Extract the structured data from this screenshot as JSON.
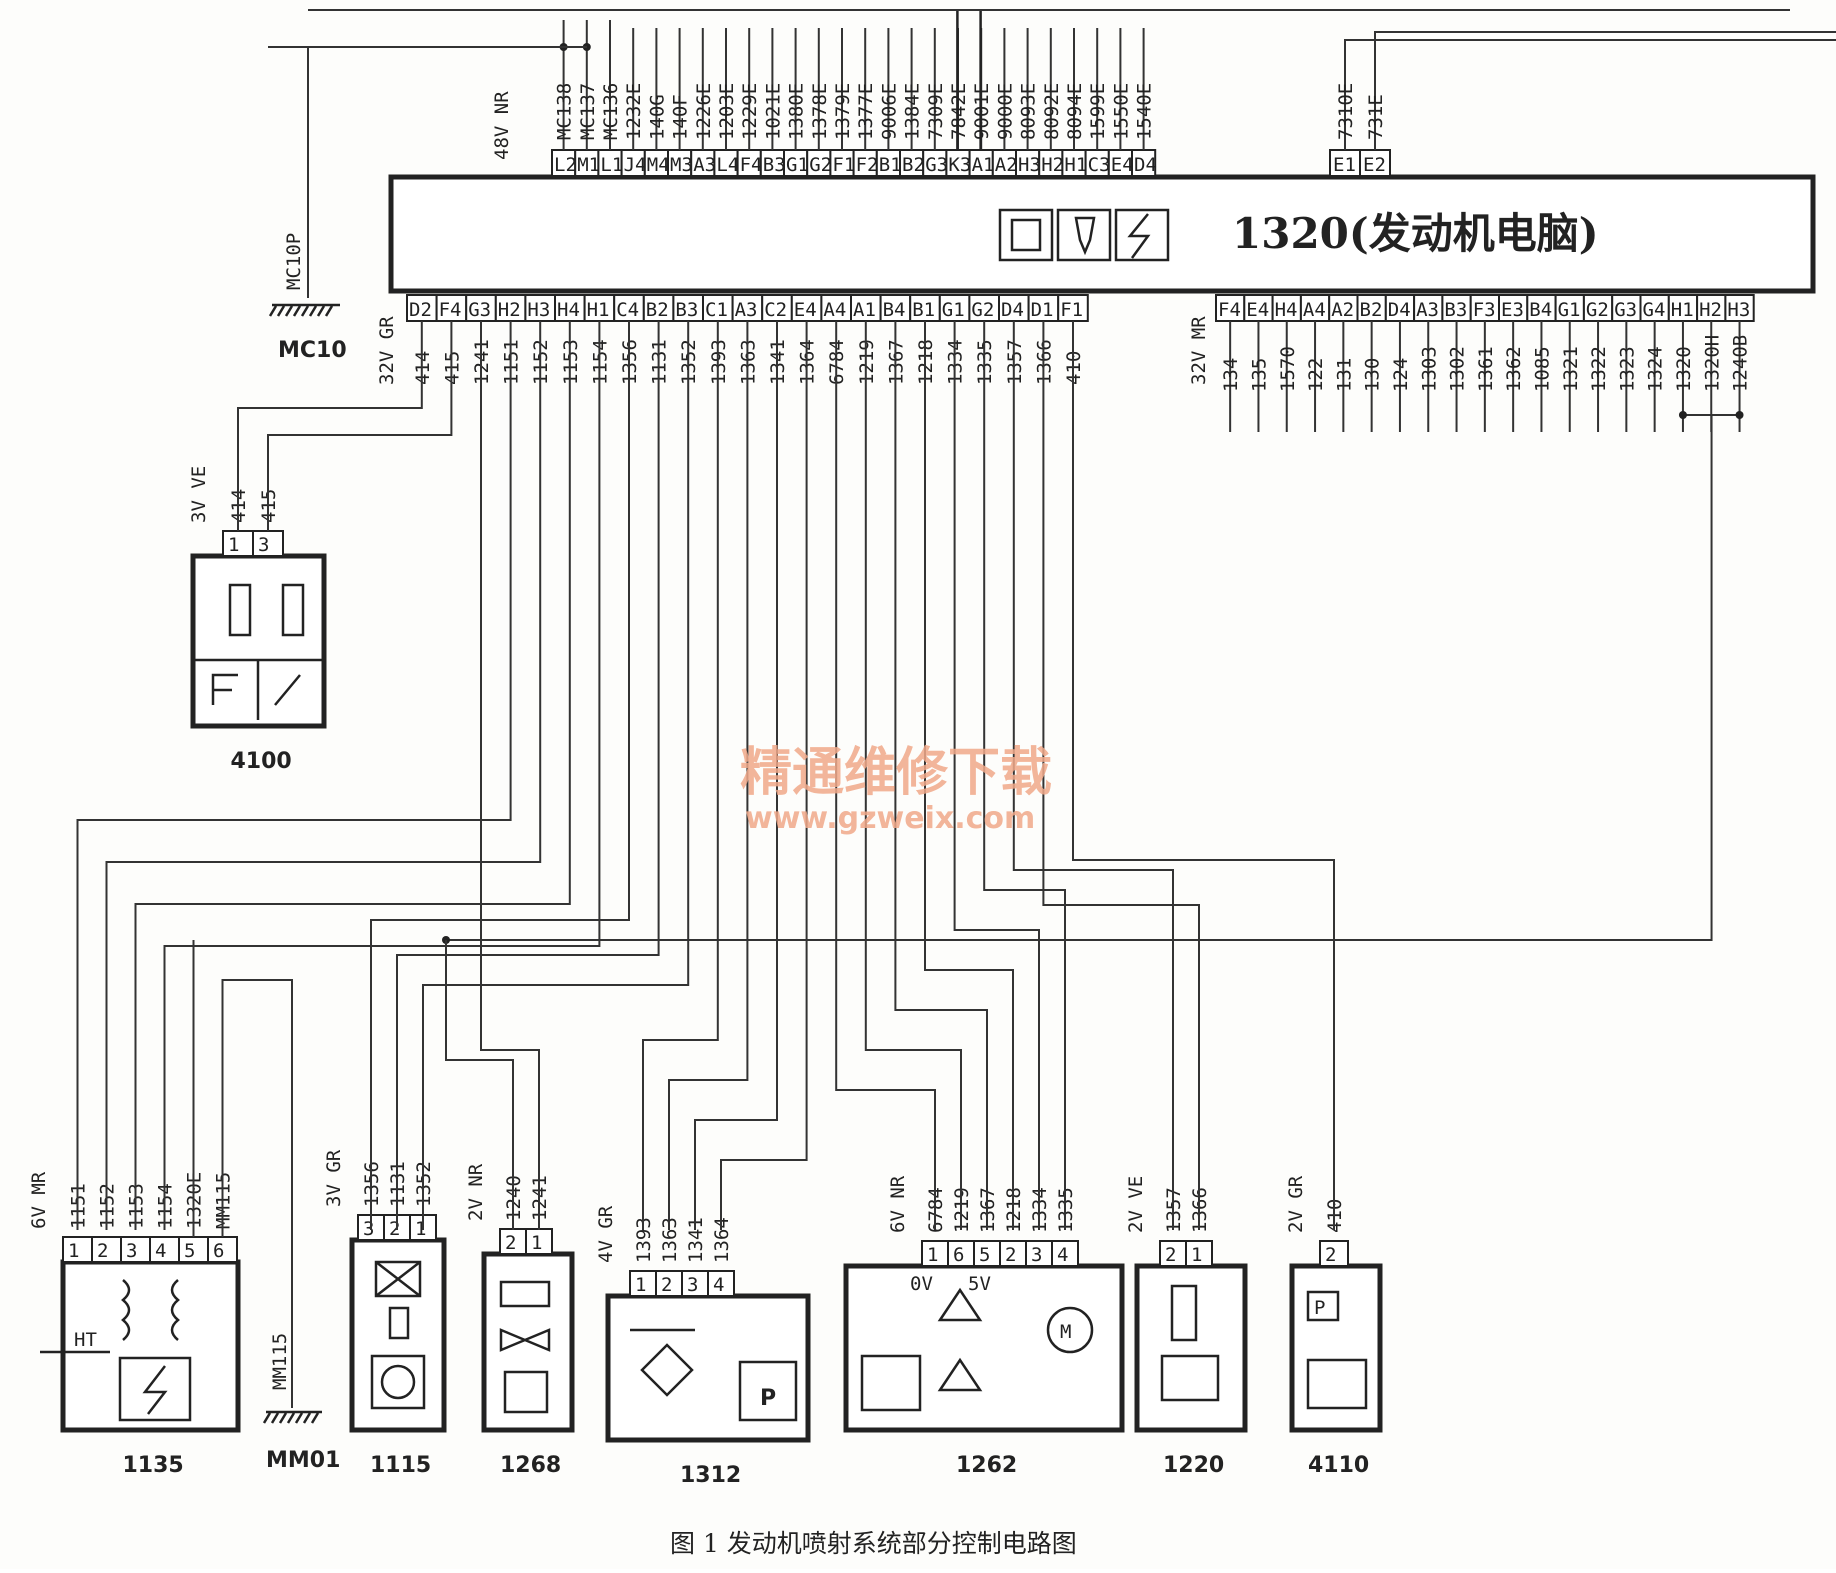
{
  "ecu": {
    "title": "1320(发动机电脑)",
    "top_harness": "48V NR",
    "top_pins": [
      "L2",
      "M1",
      "L1",
      "J4",
      "M4",
      "M3",
      "A3",
      "L4",
      "F4",
      "B3",
      "G1",
      "G2",
      "F1",
      "F2",
      "B1",
      "B2",
      "G3",
      "K3",
      "A1",
      "A2",
      "H3",
      "H2",
      "H1",
      "C3",
      "E4",
      "D4"
    ],
    "top_wires": [
      "MC138",
      "MC137",
      "MC136",
      "1232E",
      "140G",
      "140F",
      "1226E",
      "1203E",
      "1229E",
      "1021E",
      "1380E",
      "1378E",
      "1379E",
      "1377E",
      "9006E",
      "1384E",
      "7309E",
      "7842E",
      "9001E",
      "9000E",
      "8093E",
      "8092E",
      "8094E",
      "1599E",
      "1550E",
      "1540E"
    ],
    "top_right_pins": [
      "E1",
      "E2"
    ],
    "top_right_wires": [
      "7310E",
      "731E"
    ],
    "bottom_left_harness": "32V GR",
    "bottom_left_pins": [
      "D2",
      "F4",
      "G3",
      "H2",
      "H3",
      "H4",
      "H1",
      "C4",
      "B2",
      "B3",
      "C1",
      "A3",
      "C2",
      "E4",
      "A4",
      "A1",
      "B4",
      "B1",
      "G1",
      "G2",
      "D4",
      "D1",
      "F1"
    ],
    "bottom_left_wires": [
      "414",
      "415",
      "1241",
      "1151",
      "1152",
      "1153",
      "1154",
      "1356",
      "1131",
      "1352",
      "1393",
      "1363",
      "1341",
      "1364",
      "6784",
      "1219",
      "1367",
      "1218",
      "1334",
      "1335",
      "1357",
      "1366",
      "410"
    ],
    "bottom_right_harness": "32V MR",
    "bottom_right_pins": [
      "F4",
      "E4",
      "H4",
      "A4",
      "A2",
      "B2",
      "D4",
      "A3",
      "B3",
      "F3",
      "E3",
      "B4",
      "G1",
      "G2",
      "G3",
      "G4",
      "H1",
      "H2",
      "H3"
    ],
    "bottom_right_wires": [
      "134",
      "135",
      "1570",
      "122",
      "131",
      "130",
      "124",
      "1303",
      "1302",
      "1361",
      "1362",
      "1085",
      "1321",
      "1322",
      "1323",
      "1324",
      "1320",
      "1320H",
      "1240B"
    ]
  },
  "grounds": [
    {
      "wire": "MC10P",
      "name": "MC10"
    },
    {
      "wire": "MM115",
      "name": "MM01"
    }
  ],
  "components": [
    {
      "id": "4100",
      "harness": "3V VE",
      "pins": [
        "1",
        "3"
      ],
      "wires": [
        "414",
        "415"
      ]
    },
    {
      "id": "1135",
      "harness": "6V MR",
      "pins": [
        "1",
        "2",
        "3",
        "4",
        "5",
        "6"
      ],
      "wires": [
        "1151",
        "1152",
        "1153",
        "1154",
        "1320E",
        "MM115"
      ],
      "extra": "HT"
    },
    {
      "id": "1115",
      "harness": "3V GR",
      "pins": [
        "3",
        "2",
        "1"
      ],
      "wires": [
        "1356",
        "1131",
        "1352"
      ]
    },
    {
      "id": "1268",
      "harness": "2V NR",
      "pins": [
        "2",
        "1"
      ],
      "wires": [
        "1240",
        "1241"
      ]
    },
    {
      "id": "1312",
      "harness": "4V GR",
      "pins": [
        "1",
        "2",
        "3",
        "4"
      ],
      "wires": [
        "1393",
        "1363",
        "1341",
        "1364"
      ],
      "extra": "P"
    },
    {
      "id": "1262",
      "harness": "6V NR",
      "pins": [
        "1",
        "6",
        "5",
        "2",
        "3",
        "4"
      ],
      "wires": [
        "6784",
        "1219",
        "1367",
        "1218",
        "1334",
        "1335"
      ],
      "extra_0v": "0V",
      "extra_5v": "5V"
    },
    {
      "id": "1220",
      "harness": "2V VE",
      "pins": [
        "2",
        "1"
      ],
      "wires": [
        "1357",
        "1366"
      ]
    },
    {
      "id": "4110",
      "harness": "2V GR",
      "pins": [
        "2"
      ],
      "wires": [
        "410"
      ],
      "extra": "P"
    }
  ],
  "watermark": {
    "cn": "精通维修下载",
    "url": "www.gzweix.com"
  },
  "caption": "图 1    发动机喷射系统部分控制电路图"
}
